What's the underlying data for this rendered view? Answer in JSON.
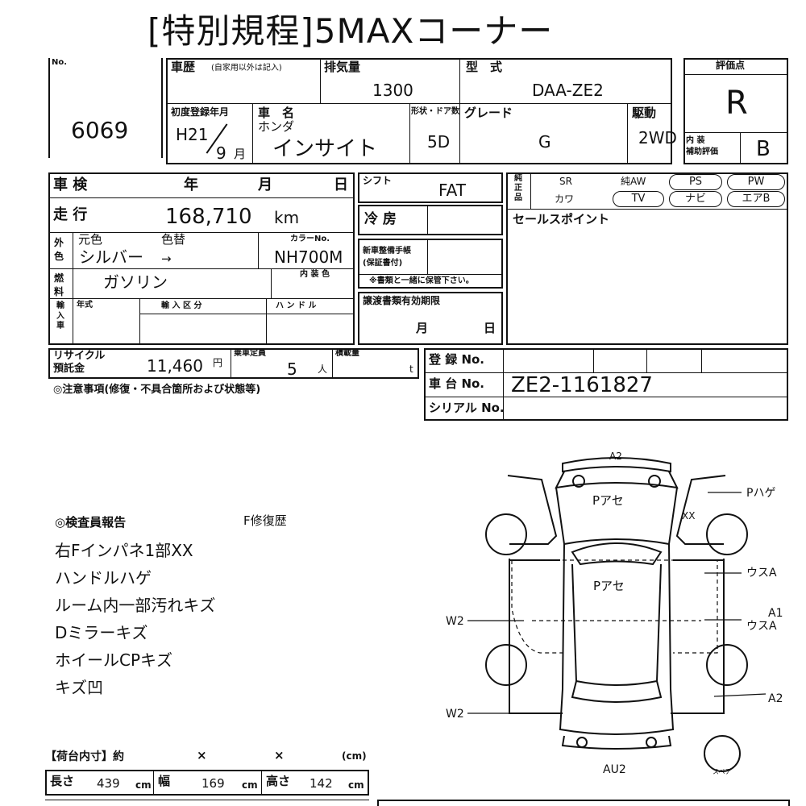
{
  "title": "[特別規程]5MAXコーナー",
  "lot": {
    "label": "No.",
    "number": "6069"
  },
  "history": {
    "label": "車歴",
    "note": "(自家用以外は記入)"
  },
  "displacement": {
    "label": "排気量",
    "value": "1300"
  },
  "model": {
    "label": "型　式",
    "value": "DAA-ZE2"
  },
  "score": {
    "label": "評価点",
    "value": "R",
    "interior_label": "内 装\n補助評価",
    "interior_value": "B"
  },
  "first_reg": {
    "label": "初度登録年月",
    "era": "H21",
    "month": "9",
    "month_unit": "月"
  },
  "car_name": {
    "label": "車　名",
    "maker": "ホンダ",
    "name": "インサイト"
  },
  "doors": {
    "label": "形状・ドア数",
    "value": "5D"
  },
  "grade": {
    "label": "グレード",
    "value": "G"
  },
  "drive": {
    "label": "駆動",
    "value": "2WD"
  },
  "inspection": {
    "label": "車 検",
    "year": "年",
    "month": "月",
    "day": "日"
  },
  "mileage": {
    "label": "走 行",
    "value": "168,710",
    "unit": "km"
  },
  "color": {
    "side_label": "外\n色",
    "orig_label": "元色",
    "change_label": "色替",
    "value": "シルバー",
    "arrow": "→",
    "code_label": "カラーNo.",
    "code": "NH700M"
  },
  "fuel": {
    "side_label": "燃\n料",
    "value": "ガソリン",
    "interior_color_label": "内 装 色"
  },
  "import": {
    "side_label": "輸\n入\n車",
    "year_label": "年式",
    "class_label": "輸 入 区 分",
    "handle_label": "ハ ン ド ル"
  },
  "shift": {
    "label": "シフト",
    "value": "FAT"
  },
  "ac": {
    "label": "冷 房"
  },
  "service_book": {
    "label": "新車整備手帳\n(保証書付)",
    "note": "※書類と一緒に保管下さい。"
  },
  "transfer_docs": {
    "label": "譲渡書類有効期限",
    "month": "月",
    "day": "日"
  },
  "genuine": {
    "side_label": "純\n正\n品",
    "sr": "SR",
    "aw": "純AW",
    "ps": "PS",
    "pw": "PW",
    "leather": "カワ",
    "tv": "TV",
    "navi": "ナビ",
    "airbag": "エアB"
  },
  "sales_point": {
    "label": "セールスポイント"
  },
  "recycle": {
    "label": "リサイクル\n預託金",
    "value": "11,460",
    "unit": "円"
  },
  "capacity": {
    "label": "乗車定員",
    "value": "5",
    "unit": "人"
  },
  "load": {
    "label": "積載量",
    "unit": "t"
  },
  "registration": {
    "label": "登 録 No."
  },
  "chassis": {
    "label": "車 台 No.",
    "value": "ZE2-1161827"
  },
  "serial": {
    "label": "シリアル No."
  },
  "notes_header": "◎注意事項(修復・不具合箇所および状態等)",
  "inspector": {
    "title": "◎検査員報告",
    "repair": "F修復歴",
    "items": [
      "右Fインパネ1部XX",
      "ハンドルハゲ",
      "ルーム内一部汚れキズ",
      "Dミラーキズ",
      "ホイールCPキズ",
      "キズ凹"
    ]
  },
  "diagram": {
    "labels": {
      "front": "A2",
      "bonnet": "Pアセ",
      "right_front": "Pハゲ",
      "right_front_code": "XX",
      "roof": "Pアセ",
      "right_door_upper": "ウスA",
      "right_door_lower_a": "A1",
      "right_door_lower_b": "ウスA",
      "left_mid": "W2",
      "left_rear": "W2",
      "right_rear": "A2",
      "rear": "AU2",
      "spare": "スペア"
    }
  },
  "cargo": {
    "label": "【荷台内寸】約",
    "x1": "×",
    "x2": "×",
    "unit": "(cm)",
    "length_label": "長さ",
    "length": "439",
    "width_label": "幅",
    "width": "169",
    "height_label": "高さ",
    "height": "142",
    "cm": "cm"
  }
}
